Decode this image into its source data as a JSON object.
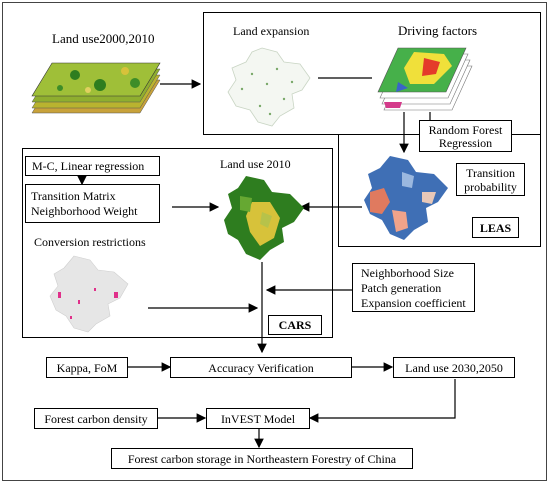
{
  "inputs": {
    "land_use_2000_2010": "Land use2000,2010"
  },
  "leas": {
    "tag": "LEAS",
    "land_expansion": "Land expansion",
    "driving_factors": "Driving factors",
    "random_forest": [
      "Random Forest",
      "Regression"
    ],
    "transition_probability": [
      "Transition",
      "probability"
    ]
  },
  "cars": {
    "tag": "CARS",
    "mc_linear": "M-C, Linear regression",
    "transition_matrix": [
      "Transition Matrix",
      "Neighborhood Weight"
    ],
    "land_use_2010": "Land use 2010",
    "conversion_restrictions": "Conversion restrictions",
    "parameters": [
      "Neighborhood Size",
      "Patch generation",
      "Expansion coefficient"
    ]
  },
  "verification": {
    "kappa": "Kappa, FoM",
    "accuracy": "Accuracy Verification",
    "land_use_future": "Land use 2030,2050"
  },
  "carbon": {
    "density": "Forest carbon density",
    "invest": "InVEST Model",
    "storage": "Forest carbon storage in Northeastern Forestry of China"
  },
  "colors": {
    "map_green_dark": "#2e7d1f",
    "map_green": "#66a832",
    "map_yellow": "#d7c23a",
    "prob_blue": "#3f6fb5",
    "prob_red": "#e07a5f",
    "restriction_pink": "#e0308a"
  }
}
